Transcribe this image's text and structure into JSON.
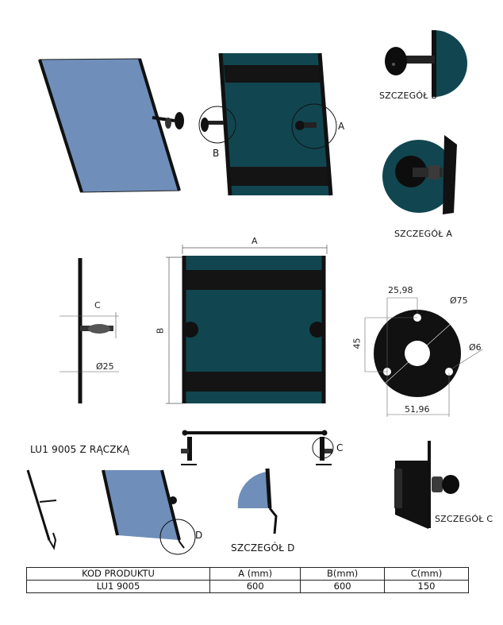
{
  "labels": {
    "detail_b": "SZCZEGÓŁ B",
    "detail_a": "SZCZEGÓŁ A",
    "detail_c": "SZCZEGÓŁ C",
    "detail_d": "SZCZEGÓŁ D",
    "variant": "LU1 9005 Z RĄCZKĄ",
    "callout_a": "A",
    "callout_b": "B",
    "callout_c": "C",
    "callout_d": "D"
  },
  "dimensions": {
    "width": "A",
    "height": "B",
    "depth": "C",
    "tube_dia": "Ø25",
    "plate_dia": "Ø75",
    "hole_dia": "Ø6",
    "hole_offset_x": "25,98",
    "hole_offset_y": "45",
    "hole_spacing": "51,96"
  },
  "table": {
    "headers": [
      "KOD PRODUKTU",
      "A (mm)",
      "B(mm)",
      "C(mm)"
    ],
    "rows": [
      [
        "LU1 9005",
        "600",
        "600",
        "150"
      ]
    ]
  },
  "colors": {
    "panel_teal": "#114650",
    "panel_blue": "#6F8FBA",
    "frame": "#111111"
  }
}
